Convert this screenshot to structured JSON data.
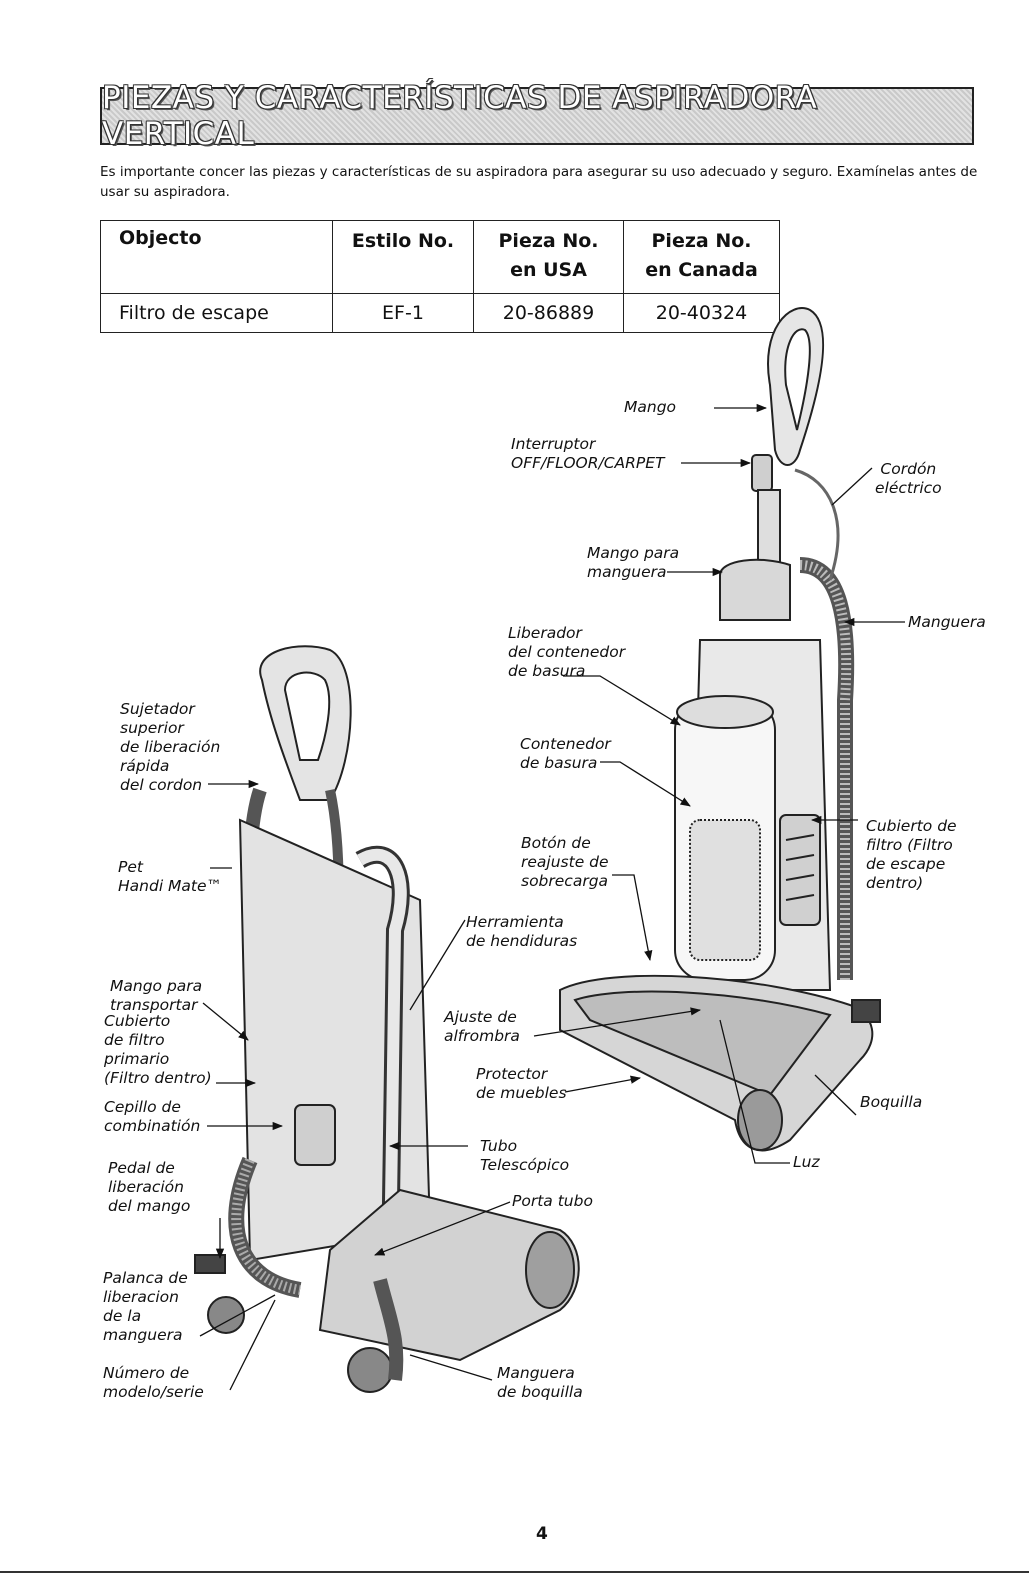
{
  "header": {
    "title": "PIEZAS Y CARACTERÍSTICAS DE ASPIRADORA VERTICAL",
    "intro": "Es importante concer las piezas y características de su aspiradora para asegurar su uso adecuado y seguro. Examínelas antes de usar su aspiradora."
  },
  "parts_table": {
    "headers": [
      "Objecto",
      "Estilo No.",
      "Pieza No.\nen USA",
      "Pieza No.\nen Canada"
    ],
    "rows": [
      [
        "Filtro de escape",
        "EF-1",
        "20-86889",
        "20-40324"
      ]
    ]
  },
  "labels": {
    "mango": "Mango",
    "interruptor": "Interruptor\nOFF/FLOOR/CARPET",
    "cordon_electrico": "Cordón\neléctrico",
    "mango_manguera": "Mango para\nmanguera",
    "manguera": "Manguera",
    "liberador": "Liberador\ndel contenedor\nde basura",
    "contenedor": "Contenedor\nde basura",
    "sujetador": "Sujetador\nsuperior\nde liberación\nrápida\ndel cordon",
    "cubierto_filtro_escape": "Cubierto de\nfiltro (Filtro\nde escape\ndentro)",
    "boton_reajuste": "Botón de\nreajuste de\nsobrecarga",
    "pet_handi_mate": "Pet\nHandi Mate™",
    "herramienta": "Herramienta\nde hendiduras",
    "mango_transportar": "Mango para\ntransportar",
    "ajuste_alfombra": "Ajuste de\nalfrombra",
    "cubierto_filtro_primario": "Cubierto\nde filtro\nprimario\n(Filtro dentro)",
    "protector": "Protector\nde muebles",
    "boquilla": "Boquilla",
    "cepillo": "Cepillo de\ncombinatión",
    "tubo": "Tubo\nTelescópico",
    "luz": "Luz",
    "pedal": "Pedal de\nliberación\ndel mango",
    "porta_tubo": "Porta tubo",
    "palanca": "Palanca de\nliberacion\nde la\nmanguera",
    "numero_modelo": "Número de\nmodelo/serie",
    "manguera_boquilla": "Manguera\nde boquilla"
  },
  "page_number": "4"
}
